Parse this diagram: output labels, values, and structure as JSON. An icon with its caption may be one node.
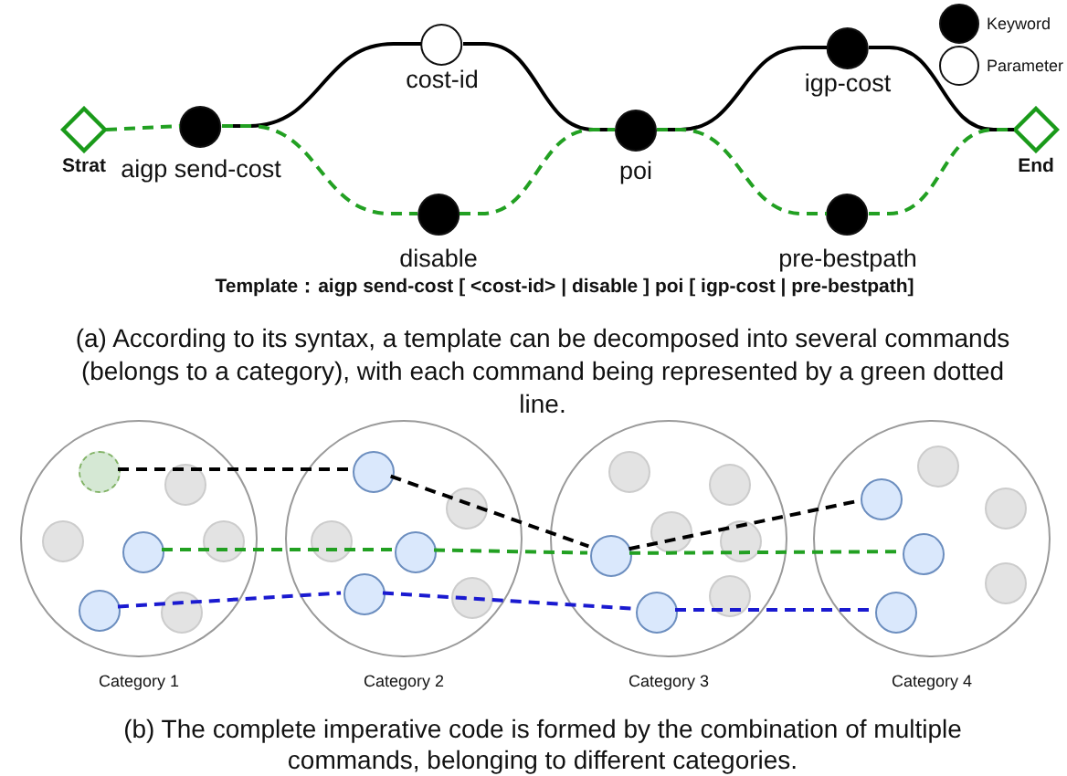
{
  "diagram": {
    "nodes": [
      {
        "text": [
          "Strat"
        ]
      },
      {
        "text": [
          "aigp send-cost"
        ]
      },
      {
        "text": [
          "cost-id"
        ]
      },
      {
        "text": [
          "disable"
        ]
      },
      {
        "text": [
          "poi"
        ]
      },
      {
        "text": [
          "igp-cost"
        ]
      },
      {
        "text": [
          "pre-bestpath"
        ]
      },
      {
        "text": [
          "End"
        ]
      },
      {
        "text": [
          "Category 1"
        ]
      },
      {
        "text": [],
        "shape": "circle",
        "in": 8
      },
      {
        "text": [],
        "shape": "circle",
        "in": 8
      },
      {
        "text": [],
        "shape": "circle",
        "in": 8
      },
      {
        "text": [
          "Category 2"
        ]
      },
      {
        "text": [],
        "shape": "circle",
        "in": 12
      },
      {
        "text": [],
        "shape": "circle",
        "in": 12
      },
      {
        "text": [],
        "shape": "circle",
        "in": 12
      },
      {
        "text": [
          "Category 3"
        ]
      },
      {
        "text": [],
        "shape": "circle",
        "in": 16
      },
      {
        "text": [],
        "shape": "circle",
        "in": 16
      },
      {
        "text": [
          "Category 4"
        ]
      },
      {
        "text": [],
        "shape": "circle",
        "in": 19
      },
      {
        "text": [],
        "shape": "circle",
        "in": 19
      },
      {
        "text": [],
        "shape": "circle",
        "in": 19
      }
    ],
    "edges": [
      {
        "from": 0,
        "to": 1,
        "arrow": "none",
        "style": "dashed",
        "color": "#22a022"
      },
      {
        "from": 1,
        "to": 2,
        "arrow": "none",
        "color": "#000000"
      },
      {
        "from": 1,
        "to": 3,
        "arrow": "none",
        "style": "dashed",
        "color": "#22a022"
      },
      {
        "from": 2,
        "to": 4,
        "arrow": "none",
        "color": "#000000"
      },
      {
        "from": 3,
        "to": 4,
        "arrow": "none",
        "style": "dashed",
        "color": "#22a022"
      },
      {
        "from": 4,
        "to": 5,
        "arrow": "none",
        "color": "#000000"
      },
      {
        "from": 4,
        "to": 6,
        "arrow": "none",
        "style": "dashed",
        "color": "#22a022"
      },
      {
        "from": 5,
        "to": 7,
        "arrow": "none",
        "color": "#000000"
      },
      {
        "from": 6,
        "to": 7,
        "arrow": "none",
        "style": "dashed",
        "color": "#22a022"
      },
      {
        "from": 9,
        "to": 13,
        "arrow": "none",
        "style": "dashed",
        "color": "#000000"
      },
      {
        "from": 13,
        "to": 17,
        "arrow": "none",
        "style": "dashed",
        "color": "#000000"
      },
      {
        "from": 17,
        "to": 20,
        "arrow": "none",
        "style": "dashed",
        "color": "#000000"
      },
      {
        "from": 10,
        "to": 14,
        "arrow": "none",
        "style": "dashed",
        "color": "#22a022"
      },
      {
        "from": 14,
        "to": 17,
        "arrow": "none",
        "style": "dashed",
        "color": "#22a022"
      },
      {
        "from": 17,
        "to": 21,
        "arrow": "none",
        "style": "dashed",
        "color": "#22a022"
      },
      {
        "from": 11,
        "to": 15,
        "arrow": "none",
        "style": "dashed",
        "color": "#1a1ad0"
      },
      {
        "from": 15,
        "to": 18,
        "arrow": "none",
        "style": "dashed",
        "color": "#1a1ad0"
      },
      {
        "from": 18,
        "to": 22,
        "arrow": "none",
        "style": "dashed",
        "color": "#1a1ad0"
      }
    ],
    "labels": [
      "Template：aigp send-cost [ <cost-id> | disable ] poi [ igp-cost | pre-bestpath]",
      "(a)  According to its syntax, a template can be decomposed into several commands (belongs to a category), with each  command being represented by a green dotted line.",
      "(b) The complete imperative code is formed by the combination of multiple commands, belonging to different categories."
    ],
    "legend": [
      {
        "text": "Keyword"
      },
      {
        "text": "Parameter"
      }
    ]
  }
}
